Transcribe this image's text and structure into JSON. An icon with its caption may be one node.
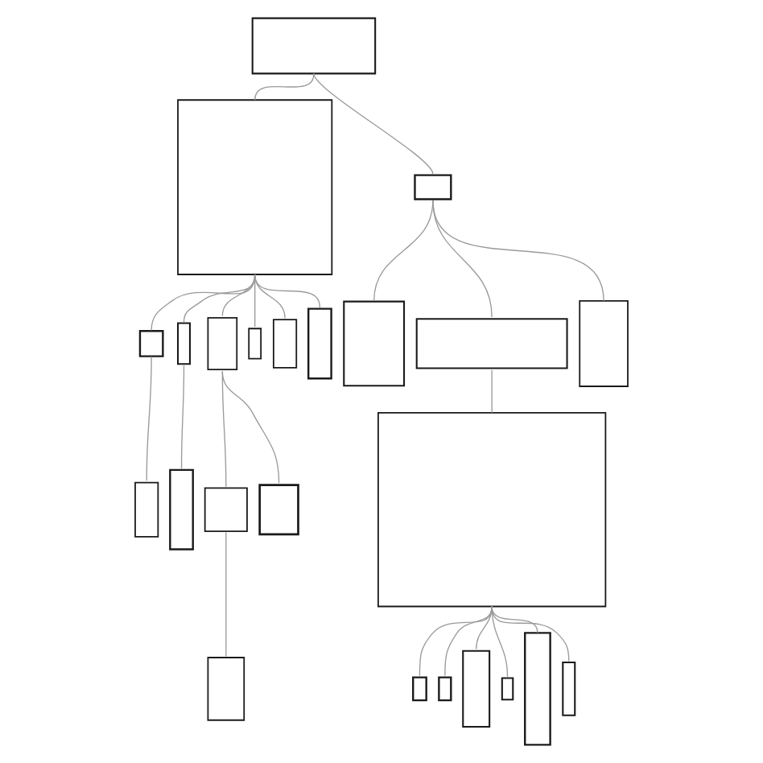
{
  "diagram": {
    "nodes": [
      {
        "text": [],
        "shape": "box"
      },
      {
        "text": [],
        "shape": "box"
      },
      {
        "text": [],
        "shape": "box"
      },
      {
        "text": [],
        "shape": "box"
      },
      {
        "text": [],
        "shape": "box"
      },
      {
        "text": [],
        "shape": "box"
      },
      {
        "text": [],
        "shape": "box"
      },
      {
        "text": [],
        "shape": "box"
      },
      {
        "text": [],
        "shape": "box"
      },
      {
        "text": [],
        "shape": "box"
      },
      {
        "text": [],
        "shape": "box"
      },
      {
        "text": [],
        "shape": "box"
      },
      {
        "text": [],
        "shape": "box"
      },
      {
        "text": [],
        "shape": "box"
      },
      {
        "text": [],
        "shape": "box"
      },
      {
        "text": [],
        "shape": "box"
      },
      {
        "text": [],
        "shape": "box"
      },
      {
        "text": [],
        "shape": "box"
      },
      {
        "text": [],
        "shape": "box"
      },
      {
        "text": [],
        "shape": "box"
      },
      {
        "text": [],
        "shape": "box"
      },
      {
        "text": [],
        "shape": "box"
      },
      {
        "text": [],
        "shape": "box"
      },
      {
        "text": [],
        "shape": "box"
      }
    ],
    "edges": [
      {
        "from": 0,
        "to": 1,
        "arrow": "none"
      },
      {
        "from": 0,
        "to": 2,
        "arrow": "none"
      },
      {
        "from": 2,
        "to": 3,
        "arrow": "none"
      },
      {
        "from": 2,
        "to": 4,
        "arrow": "none"
      },
      {
        "from": 2,
        "to": 5,
        "arrow": "none"
      },
      {
        "from": 4,
        "to": 6,
        "arrow": "none"
      },
      {
        "from": 1,
        "to": 7,
        "arrow": "none"
      },
      {
        "from": 1,
        "to": 8,
        "arrow": "none"
      },
      {
        "from": 1,
        "to": 9,
        "arrow": "none"
      },
      {
        "from": 1,
        "to": 10,
        "arrow": "none"
      },
      {
        "from": 1,
        "to": 11,
        "arrow": "none"
      },
      {
        "from": 1,
        "to": 12,
        "arrow": "none"
      },
      {
        "from": 7,
        "to": 13,
        "arrow": "none"
      },
      {
        "from": 8,
        "to": 14,
        "arrow": "none"
      },
      {
        "from": 9,
        "to": 15,
        "arrow": "none"
      },
      {
        "from": 9,
        "to": 16,
        "arrow": "none"
      },
      {
        "from": 15,
        "to": 17,
        "arrow": "none"
      },
      {
        "from": 6,
        "to": 18,
        "arrow": "none"
      },
      {
        "from": 6,
        "to": 19,
        "arrow": "none"
      },
      {
        "from": 6,
        "to": 20,
        "arrow": "none"
      },
      {
        "from": 6,
        "to": 21,
        "arrow": "none"
      },
      {
        "from": 6,
        "to": 22,
        "arrow": "none"
      },
      {
        "from": 6,
        "to": 23,
        "arrow": "none"
      }
    ]
  }
}
